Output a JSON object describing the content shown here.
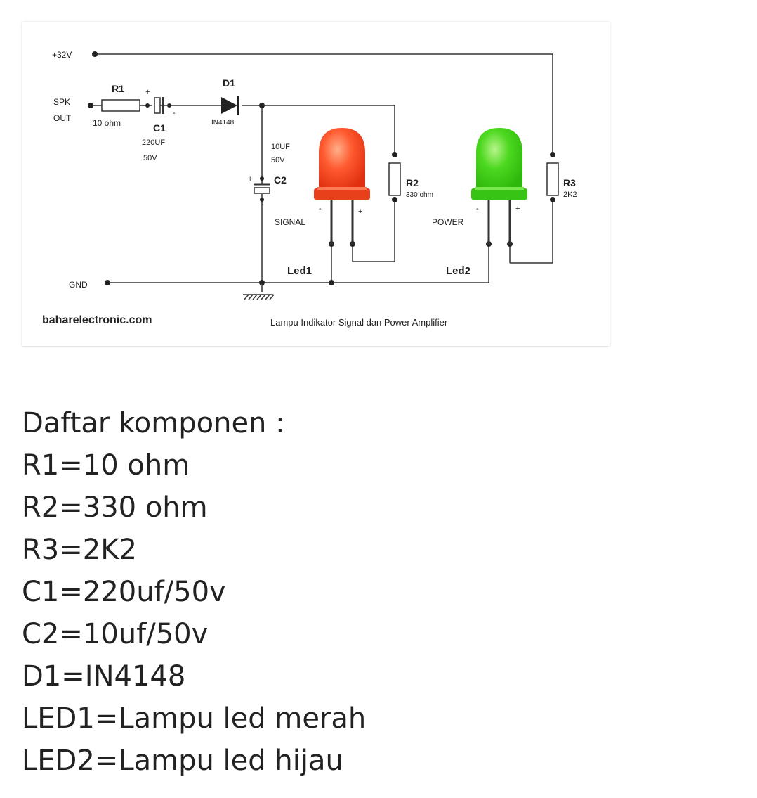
{
  "schematic": {
    "rail_vcc": "+32V",
    "spk_line1": "SPK",
    "spk_line2": "OUT",
    "r1_name": "R1",
    "r1_value": "10 ohm",
    "c1_name": "C1",
    "c1_value1": "220UF",
    "c1_value2": "50V",
    "d1_name": "D1",
    "d1_value": "IN4148",
    "c2_name": "C2",
    "c2_value1": "10UF",
    "c2_value2": "50V",
    "r2_name": "R2",
    "r2_value": "330 ohm",
    "r3_name": "R3",
    "r3_value": "2K2",
    "signal_label": "SIGNAL",
    "power_label": "POWER",
    "led1_name": "Led1",
    "led2_name": "Led2",
    "gnd_label": "GND",
    "site": "baharelectronic.com",
    "caption": "Lampu Indikator Signal dan Power Amplifier",
    "led1_color": "#ff4a2a",
    "led2_color": "#3ed21a"
  },
  "parts": {
    "heading": "Daftar komponen :",
    "items": [
      "R1=10 ohm",
      "R2=330 ohm",
      "R3=2K2",
      "C1=220uf/50v",
      "C2=10uf/50v",
      "D1=IN4148",
      "LED1=Lampu led merah",
      "LED2=Lampu led hijau"
    ]
  }
}
